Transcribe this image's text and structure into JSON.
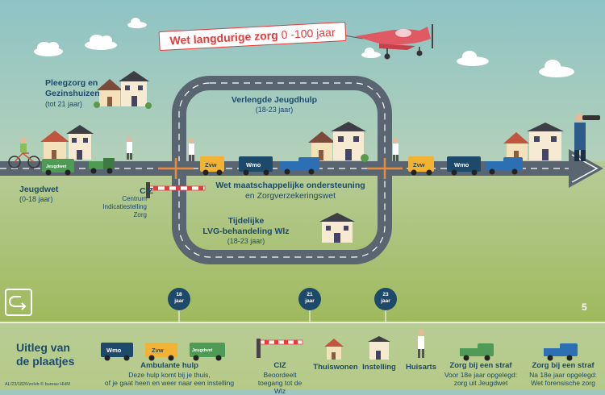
{
  "banner": {
    "title": "Wet langdurige zorg",
    "range": "0 -100 jaar"
  },
  "labels": {
    "pleegzorg": [
      "Pleegzorg en",
      "Gezinshuizen"
    ],
    "pleegzorg_age": "(tot 21 jaar)",
    "verlengde": "Verlengde Jeugdhulp",
    "verlengde_age": "(18-23 jaar)",
    "jeugdwet": "Jeugdwet",
    "jeugdwet_age": "(0-18 jaar)",
    "ciz": "CIZ",
    "ciz_full": [
      "Centrum",
      "Indicatiestelling",
      "Zorg"
    ],
    "wmo_line1": "Wet maatschappelijke ondersteuning",
    "wmo_line2": "en Zorgverzekeringswet",
    "tijdelijke": [
      "Tijdelijke",
      "LVG-behandeling Wlz"
    ],
    "tijdelijke_age": "(18-23 jaar)"
  },
  "vehicles": {
    "wmo": "Wmo",
    "zvw": "Zvw",
    "jeugdwet": "Jeugdwet"
  },
  "ages": [
    {
      "num": "18",
      "unit": "jaar"
    },
    {
      "num": "21",
      "unit": "jaar"
    },
    {
      "num": "23",
      "unit": "jaar"
    }
  ],
  "page_number": "5",
  "legend": {
    "title": [
      "Uitleg van",
      "de plaatjes"
    ],
    "ambulante": {
      "title": "Ambulante hulp",
      "desc": [
        "Deze hulp komt bij je thuis,",
        "of je gaat heen en weer naar een instelling"
      ]
    },
    "ciz": {
      "title": "CIZ",
      "desc": [
        "Beoordeelt",
        "toegang tot de Wlz"
      ]
    },
    "thuiswonen": "Thuiswonen",
    "instelling": "Instelling",
    "huisarts": "Huisarts",
    "straf1": {
      "title": "Zorg bij een straf",
      "desc": [
        "Voor 18e jaar opgelegd:",
        "zorg uit Jeugdwet"
      ]
    },
    "straf2": {
      "title": "Zorg bij een straf",
      "desc": [
        "Na 18e jaar opgelegd:",
        "Wet forensische zorg"
      ]
    }
  },
  "credit": "AL/23/1826/zolvb © bureau HHM",
  "colors": {
    "road": "#5a6572",
    "navy": "#1d4a6b",
    "orange": "#e88b3a",
    "red": "#e63b3b",
    "zvw": "#f2b233",
    "jeugdgreen": "#4f9a55"
  }
}
